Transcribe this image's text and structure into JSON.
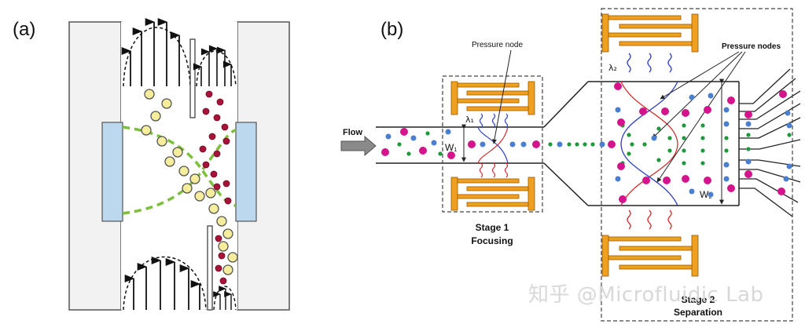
{
  "panel_a": {
    "label": "(a)"
  },
  "panel_b": {
    "label": "(b)",
    "flow_label": "Flow",
    "pressure_node_label": "Pressure node",
    "pressure_nodes_label": "Pressure nodes",
    "lambda1": "λ₁",
    "lambda2": "λ₂",
    "w1": "W₁",
    "w2": "W₂",
    "stage1_title": "Stage 1",
    "stage1_subtitle": "Focusing",
    "stage2_title": "Stage 2",
    "stage2_subtitle": "Separation"
  },
  "watermark": "知乎 @Microfluidic Lab",
  "colors": {
    "particle_yellow": "#f5ec9c",
    "particle_red": "#a8133a",
    "transducer_blue": "#bcd8ee",
    "node_green": "#7cbf3a",
    "electrode_orange": "#f0a020",
    "magenta": "#d4148c",
    "blue_particle": "#4a7fd0",
    "green_particle": "#1e9a3c"
  }
}
